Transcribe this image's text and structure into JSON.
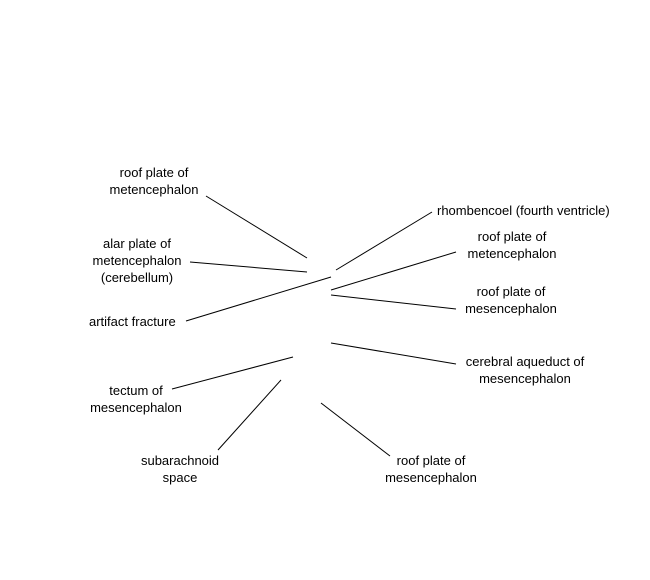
{
  "colors": {
    "background": "#ffffff",
    "ink": "#000000"
  },
  "labels": {
    "roof_plate_metencephalon_left": "roof plate of\nmetencephalon",
    "alar_plate_metencephalon": "alar plate of\nmetencephalon\n(cerebellum)",
    "artifact_fracture": "artifact fracture",
    "tectum_mesencephalon": "tectum of\nmesencephalon",
    "subarachnoid_space": "subarachnoid\nspace",
    "rhombencoel": "rhombencoel (fourth ventricle)",
    "roof_plate_metencephalon_right": "roof plate of\nmetencephalon",
    "roof_plate_mesencephalon_right": "roof plate of\nmesencephalon",
    "cerebral_aqueduct": "cerebral aqueduct of\nmesencephalon",
    "roof_plate_mesencephalon_bottom": "roof plate of\nmesencephalon"
  }
}
